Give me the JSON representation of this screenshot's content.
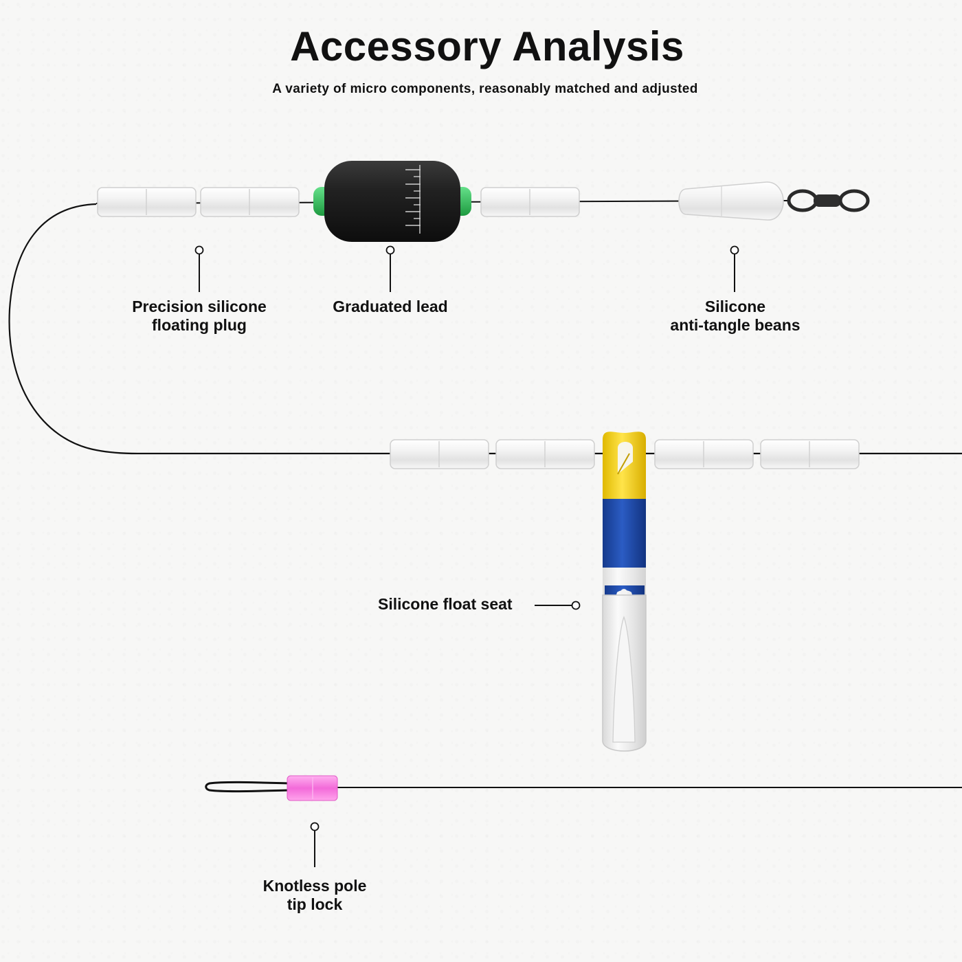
{
  "header": {
    "title": "Accessory Analysis",
    "subtitle": "A variety of micro components, reasonably matched and adjusted"
  },
  "callouts": {
    "floating_plug": {
      "line1": "Precision silicone",
      "line2": "floating plug"
    },
    "graduated_lead": {
      "line1": "Graduated lead"
    },
    "anti_tangle_beans": {
      "line1": "Silicone",
      "line2": "anti-tangle beans"
    },
    "float_seat": {
      "line1": "Silicone float seat"
    },
    "pole_tip_lock": {
      "line1": "Knotless pole",
      "line2": "tip lock"
    }
  },
  "colors": {
    "line": "#111111",
    "clear_silicone": "#eeeeee",
    "lead_body": "#1b1b1b",
    "lead_ring": "#35c35a",
    "seat_yellow": "#f2d21b",
    "seat_blue": "#1f4aa8",
    "tip_lock_pink": "#f36ad9"
  },
  "icons": {
    "swivel": "barrel-swivel-icon"
  }
}
